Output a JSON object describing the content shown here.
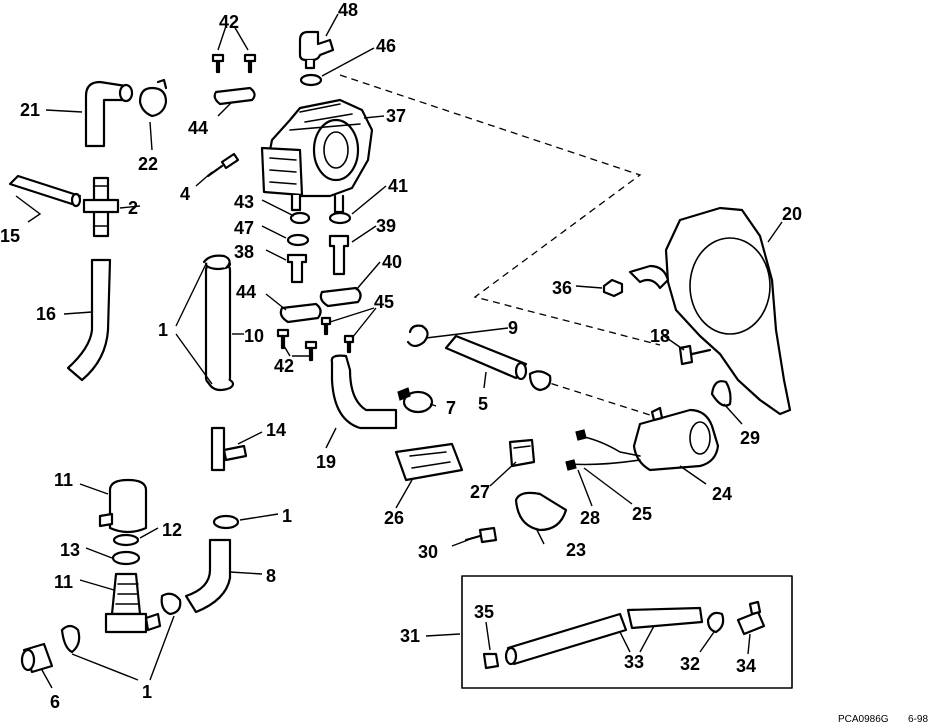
{
  "callouts": {
    "c1a": "1",
    "c1b": "1",
    "c1c": "1",
    "c2": "2",
    "c4": "4",
    "c5": "5",
    "c6": "6",
    "c7": "7",
    "c8": "8",
    "c9": "9",
    "c10": "10",
    "c11a": "11",
    "c11b": "11",
    "c12": "12",
    "c13": "13",
    "c14": "14",
    "c15": "15",
    "c16": "16",
    "c18": "18",
    "c19": "19",
    "c20": "20",
    "c21": "21",
    "c22": "22",
    "c23": "23",
    "c24": "24",
    "c25": "25",
    "c26": "26",
    "c27": "27",
    "c28": "28",
    "c29": "29",
    "c30": "30",
    "c31": "31",
    "c32": "32",
    "c33": "33",
    "c34": "34",
    "c35": "35",
    "c36": "36",
    "c37": "37",
    "c38": "38",
    "c39": "39",
    "c40": "40",
    "c41": "41",
    "c42a": "42",
    "c42b": "42",
    "c43": "43",
    "c44a": "44",
    "c44b": "44",
    "c45": "45",
    "c46": "46",
    "c47": "47",
    "c48": "48"
  },
  "footer": {
    "code": "PCA0986G",
    "date": "6-98"
  }
}
